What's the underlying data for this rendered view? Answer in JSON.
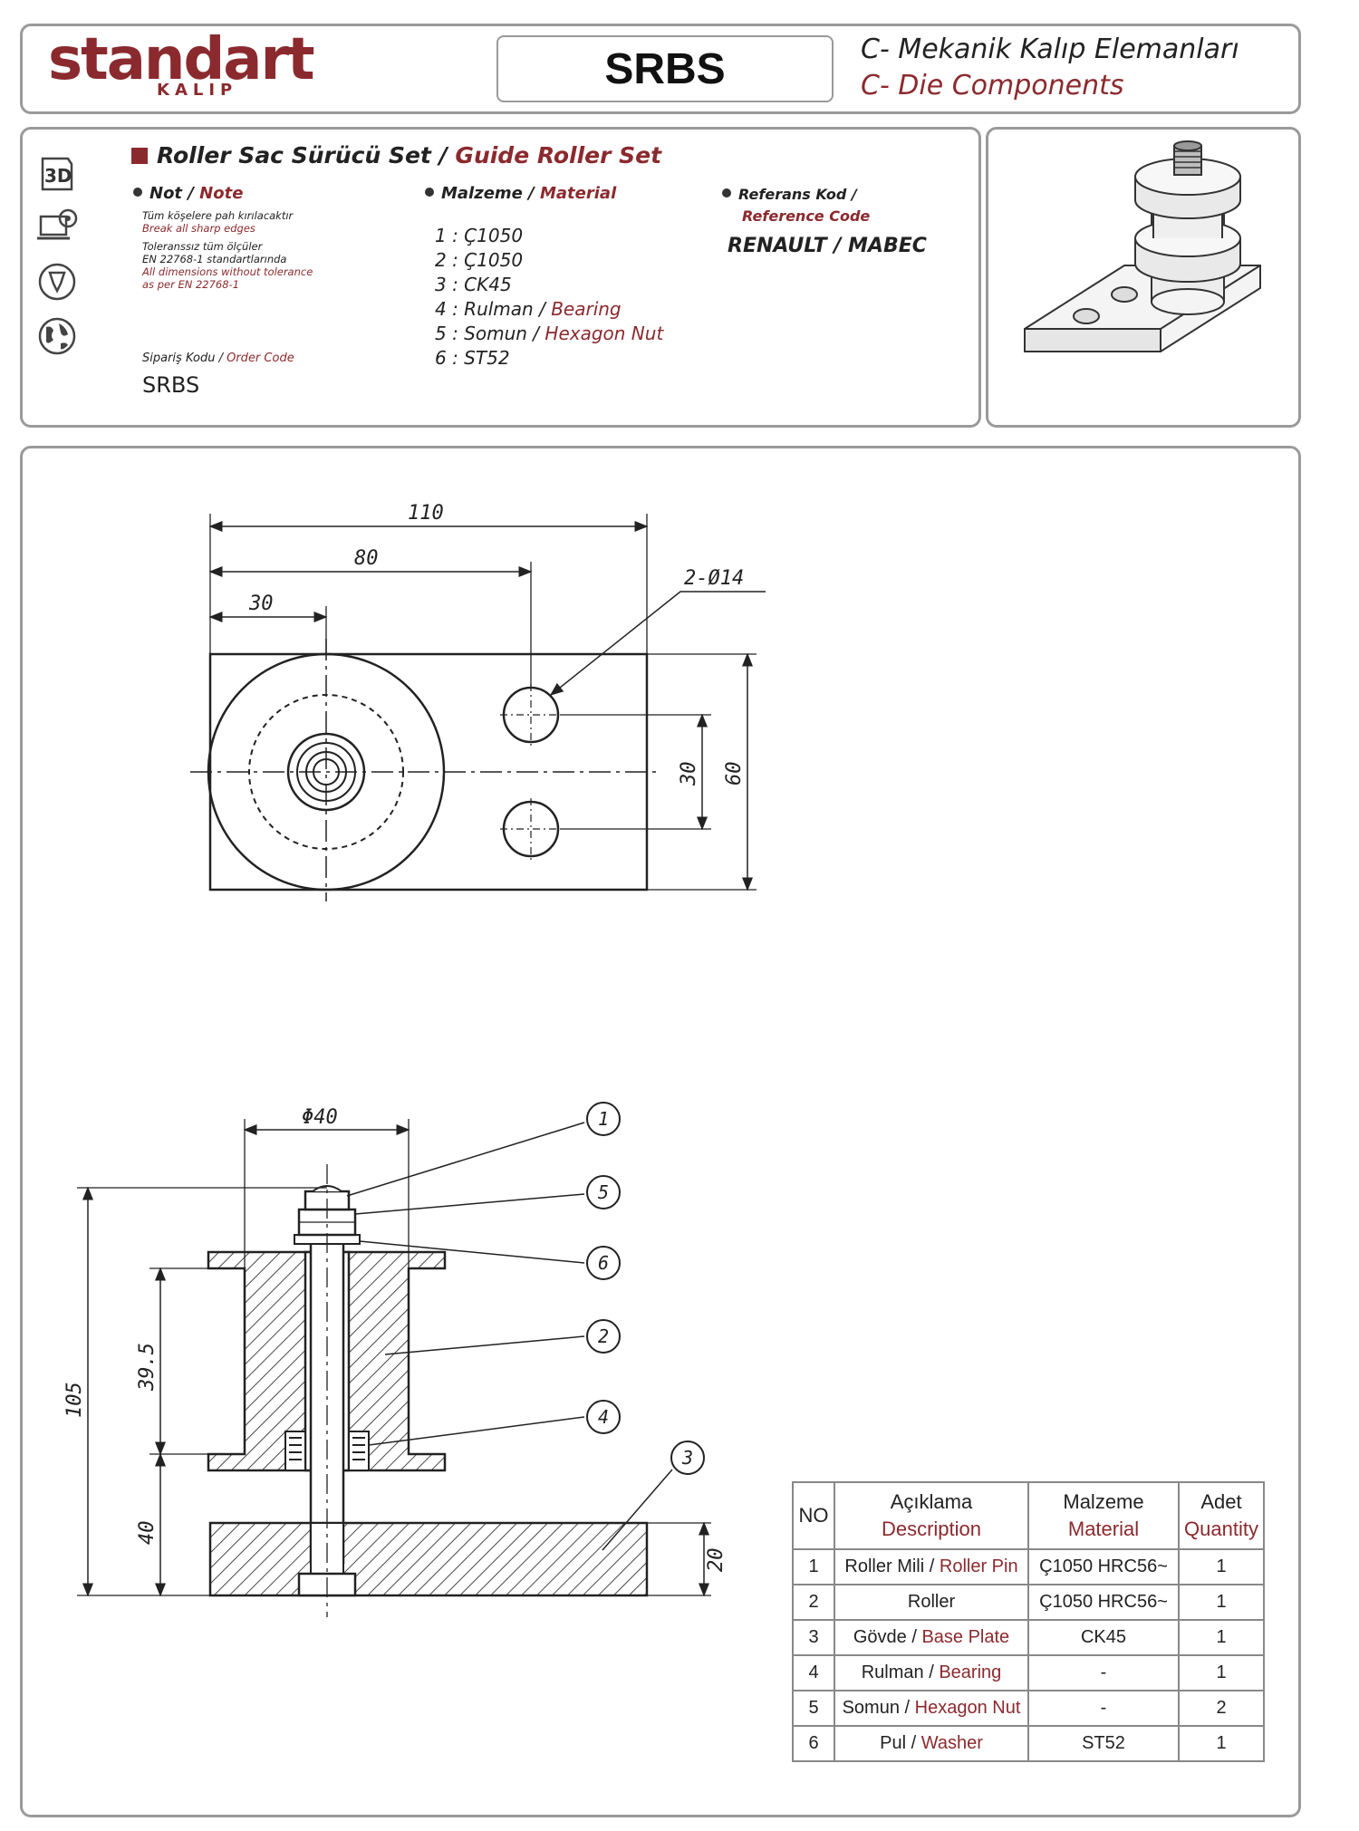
{
  "header": {
    "logo_text": "standart",
    "logo_sub": "KALIP",
    "product_code": "SRBS",
    "category_tr": "C- Mekanik Kalıp Elemanları",
    "category_en": "C- Die Components"
  },
  "info": {
    "title_tr": "Roller Sac Sürücü Set",
    "title_sep": " / ",
    "title_en": "Guide Roller Set",
    "side_icons": [
      "3d-icon",
      "laptop-icon",
      "cnc-icon",
      "globe-icon"
    ],
    "note": {
      "label_tr": "Not",
      "label_en": "Note",
      "line1_tr": "Tüm köşelere pah kırılacaktır",
      "line1_en": "Break all sharp edges",
      "line2_tr": "Toleranssız tüm ölçüler",
      "line3_tr": "EN 22768-1 standartlarında",
      "line2_en": "All dimensions without tolerance",
      "line3_en": "as per EN 22768-1"
    },
    "order": {
      "label_tr": "Sipariş Kodu",
      "label_en": "Order Code",
      "value": "SRBS"
    },
    "material": {
      "label_tr": "Malzeme",
      "label_en": "Material",
      "items": [
        {
          "tr": "1 : Ç1050",
          "en": ""
        },
        {
          "tr": "2 : Ç1050",
          "en": ""
        },
        {
          "tr": "3 : CK45",
          "en": ""
        },
        {
          "tr": "4 : Rulman",
          "en": "Bearing"
        },
        {
          "tr": "5 : Somun",
          "en": "Hexagon Nut"
        },
        {
          "tr": "6 : ST52",
          "en": ""
        }
      ]
    },
    "reference": {
      "label_tr": "Referans Kod /",
      "label_en": "Reference Code",
      "value": "RENAULT / MABEC"
    }
  },
  "drawing": {
    "top_view": {
      "dim_110": "110",
      "dim_80": "80",
      "dim_30": "30",
      "holes": "2-Ø14",
      "dim_30_v": "30",
      "dim_60": "60"
    },
    "section_view": {
      "dim_d40": "Φ40",
      "dim_105": "105",
      "dim_39_5": "39.5",
      "dim_40": "40",
      "dim_20": "20",
      "balloons": [
        "1",
        "5",
        "6",
        "2",
        "4",
        "3"
      ]
    }
  },
  "bom": {
    "headers": {
      "no": "NO",
      "desc_tr": "Açıklama",
      "desc_en": "Description",
      "mat_tr": "Malzeme",
      "mat_en": "Material",
      "qty_tr": "Adet",
      "qty_en": "Quantity"
    },
    "rows": [
      {
        "no": "1",
        "desc_tr": "Roller Mili",
        "desc_en": "Roller Pin",
        "mat": "Ç1050 HRC56~",
        "qty": "1"
      },
      {
        "no": "2",
        "desc_tr": "Roller",
        "desc_en": "",
        "mat": "Ç1050 HRC56~",
        "qty": "1"
      },
      {
        "no": "3",
        "desc_tr": "Gövde",
        "desc_en": "Base Plate",
        "mat": "CK45",
        "qty": "1"
      },
      {
        "no": "4",
        "desc_tr": "Rulman",
        "desc_en": "Bearing",
        "mat": "-",
        "qty": "1"
      },
      {
        "no": "5",
        "desc_tr": "Somun",
        "desc_en": "Hexagon Nut",
        "mat": "-",
        "qty": "2"
      },
      {
        "no": "6",
        "desc_tr": "Pul",
        "desc_en": "Washer",
        "mat": "ST52",
        "qty": "1"
      }
    ]
  },
  "colors": {
    "brand": "#8b2a2e",
    "border": "#9a9a9a",
    "line": "#222222"
  }
}
